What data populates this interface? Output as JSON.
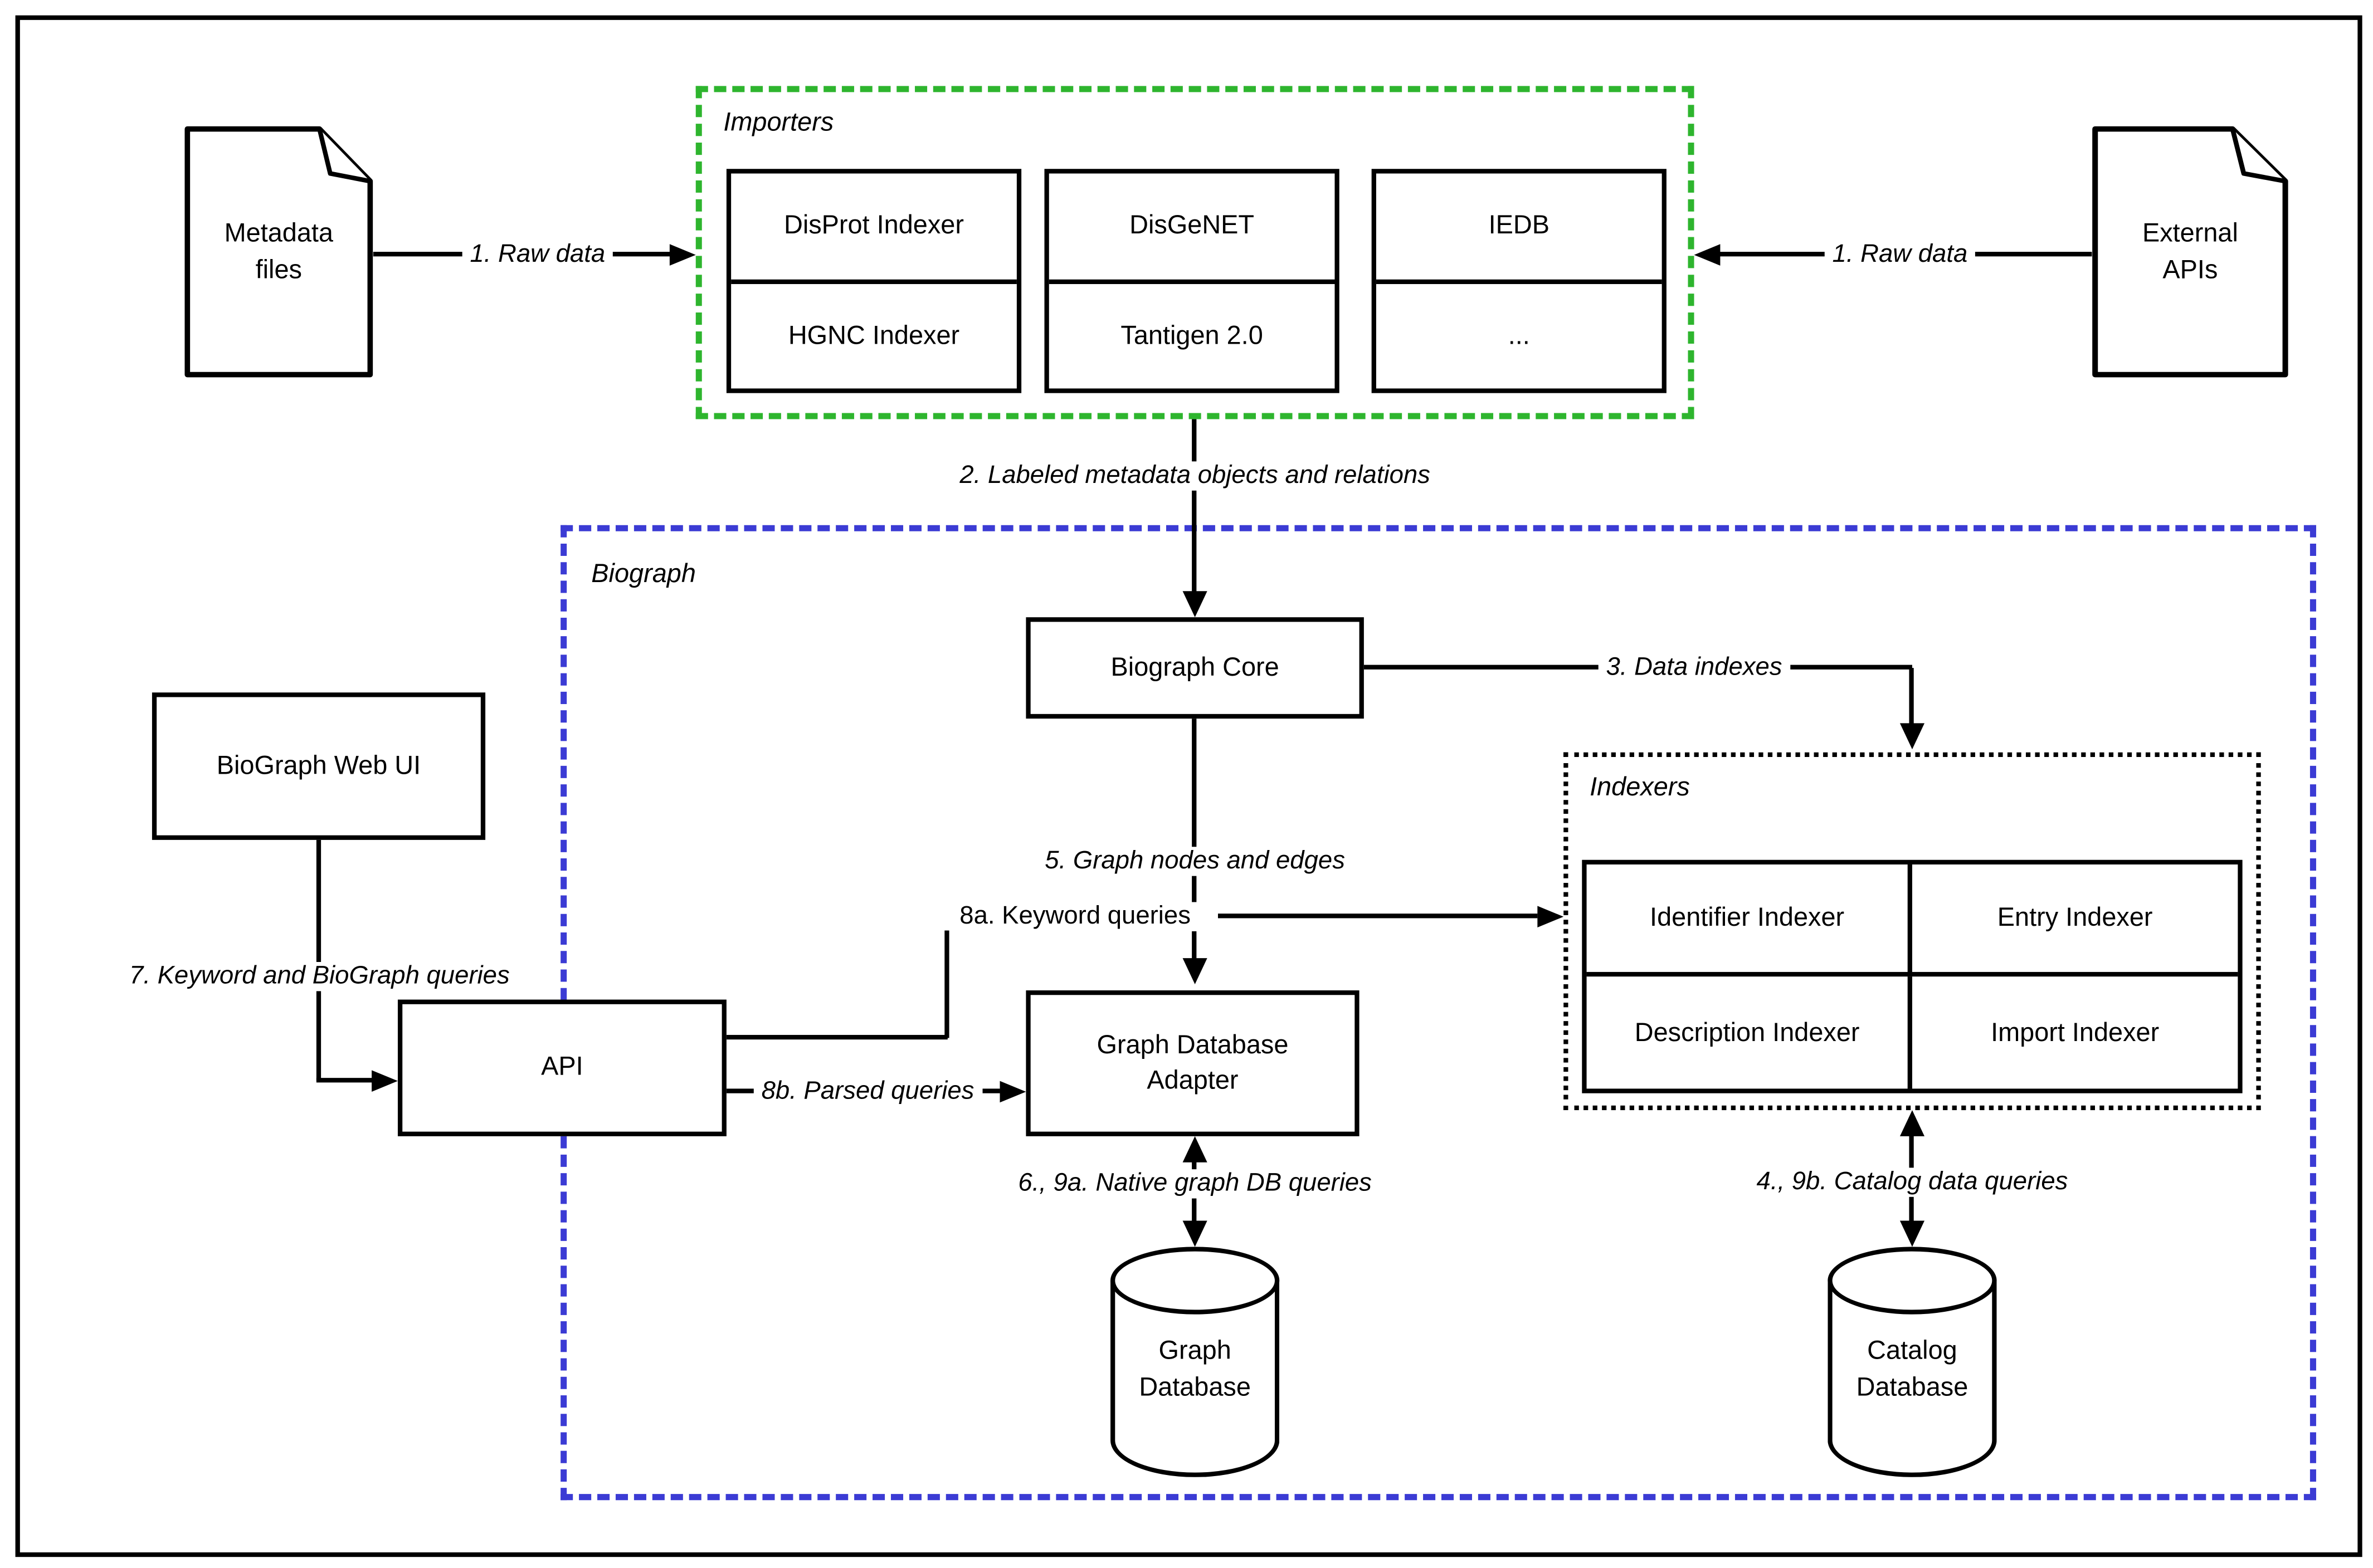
{
  "colors": {
    "importers_border": "#2eb52e",
    "biograph_border": "#3b3bd4",
    "line_color": "#000000"
  },
  "documents": {
    "metadata": "Metadata\nfiles",
    "external": "External\nAPIs"
  },
  "containers": {
    "importers": "Importers",
    "biograph": "Biograph",
    "indexers": "Indexers"
  },
  "importers": {
    "cells": [
      "DisProt Indexer",
      "HGNC Indexer",
      "DisGeNET",
      "Tantigen 2.0",
      "IEDB",
      "..."
    ]
  },
  "indexers": {
    "cells": [
      "Identifier Indexer",
      "Entry Indexer",
      "Description Indexer",
      "Import Indexer"
    ]
  },
  "nodes": {
    "core": "Biograph Core",
    "web_ui": "BioGraph Web UI",
    "api": "API",
    "gda": "Graph Database\nAdapter",
    "graph_db": "Graph\nDatabase",
    "catalog_db": "Catalog\nDatabase"
  },
  "edges": {
    "raw_data_left": "1. Raw data",
    "raw_data_right": "1. Raw data",
    "labeled_metadata": "2. Labeled metadata objects and relations",
    "data_indexes": "3. Data indexes",
    "catalog_queries": "4., 9b. Catalog data queries",
    "graph_nodes_edges": "5. Graph nodes and edges",
    "native_queries": "6., 9a. Native graph DB queries",
    "keyword_biograph": "7. Keyword and BioGraph queries",
    "keyword_queries": "8a. Keyword queries",
    "parsed_queries": "8b. Parsed queries"
  }
}
